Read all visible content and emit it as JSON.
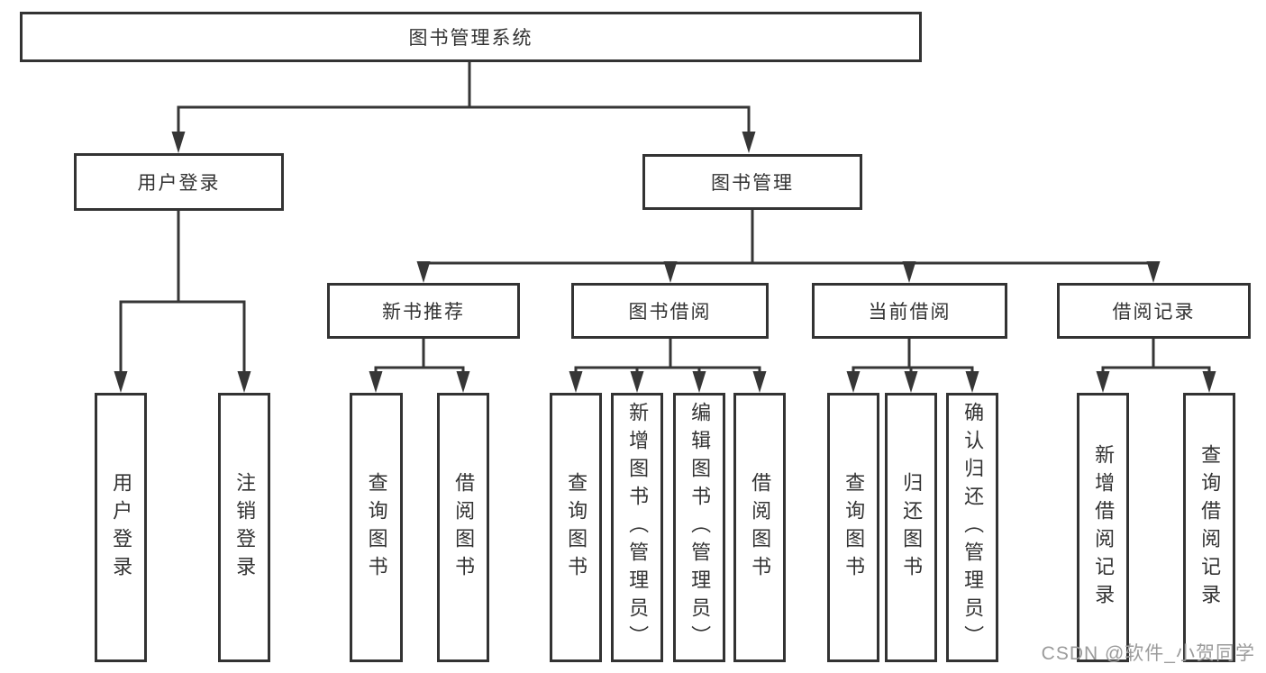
{
  "diagram": {
    "root": {
      "label": "图书管理系统"
    },
    "level2": [
      {
        "label": "用户登录"
      },
      {
        "label": "图书管理"
      }
    ],
    "level3": [
      {
        "label": "新书推荐"
      },
      {
        "label": "图书借阅"
      },
      {
        "label": "当前借阅"
      },
      {
        "label": "借阅记录"
      }
    ],
    "leaves": {
      "user_login": [
        "用户登录",
        "注销登录"
      ],
      "new_book_recommend": [
        "查询图书",
        "借阅图书"
      ],
      "book_borrow": [
        "查询图书",
        "新增图书（管理员）",
        "编辑图书（管理员）",
        "借阅图书"
      ],
      "current_borrow": [
        "查询图书",
        "归还图书",
        "确认归还（管理员）"
      ],
      "borrow_records": [
        "新增借阅记录",
        "查询借阅记录"
      ]
    }
  },
  "watermark": {
    "text": "CSDN @软件_小贺同学"
  },
  "colors": {
    "line": "#363636",
    "border": "#333333",
    "text": "#333333",
    "watermark": "#9b9b9b",
    "background": "#ffffff"
  }
}
